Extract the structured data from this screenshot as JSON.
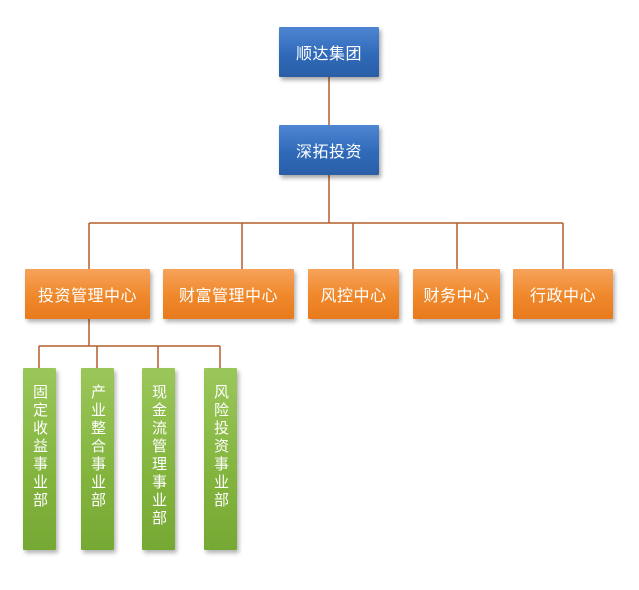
{
  "diagram": {
    "line_color": "#b45e2c",
    "root": {
      "label": "顺达集团",
      "color": "#2f6ab9"
    },
    "level1": {
      "label": "深拓投资",
      "color": "#2f6ab9"
    },
    "centers": [
      {
        "label": "投资管理中心",
        "color": "#f08a2d"
      },
      {
        "label": "财富管理中心",
        "color": "#f08a2d"
      },
      {
        "label": "风控中心",
        "color": "#f08a2d"
      },
      {
        "label": "财务中心",
        "color": "#f08a2d"
      },
      {
        "label": "行政中心",
        "color": "#f08a2d"
      }
    ],
    "divisions": [
      {
        "label": "固定收益事业部",
        "color": "#82b43d"
      },
      {
        "label": "产业整合事业部",
        "color": "#82b43d"
      },
      {
        "label": "现金流管理事业部",
        "color": "#82b43d"
      },
      {
        "label": "风险投资事业部",
        "color": "#82b43d"
      }
    ]
  }
}
